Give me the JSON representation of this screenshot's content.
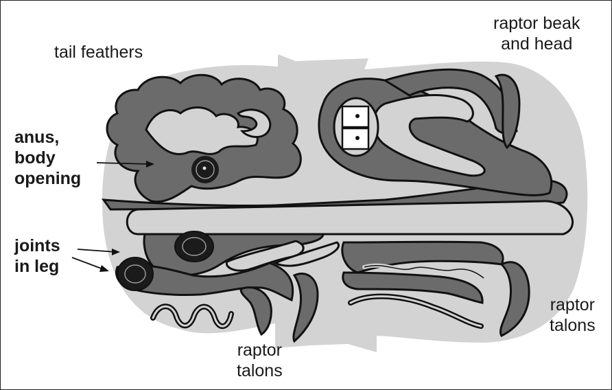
{
  "labels": {
    "tail_feathers": "tail feathers",
    "raptor_beak_line1": "raptor beak",
    "raptor_beak_line2": "and head",
    "anus_line1": "anus,",
    "anus_line2": "body",
    "anus_line3": "opening",
    "joints_line1": "joints",
    "joints_line2": "in leg",
    "talons_right_line1": "raptor",
    "talons_right_line2": "talons",
    "talons_bottom_line1": "raptor",
    "talons_bottom_line2": "talons"
  },
  "colors": {
    "background_shape": "#d3d3d3",
    "dark_bands": "#6b6b6b",
    "outline": "#111111",
    "eye": "#1b1b1b"
  }
}
